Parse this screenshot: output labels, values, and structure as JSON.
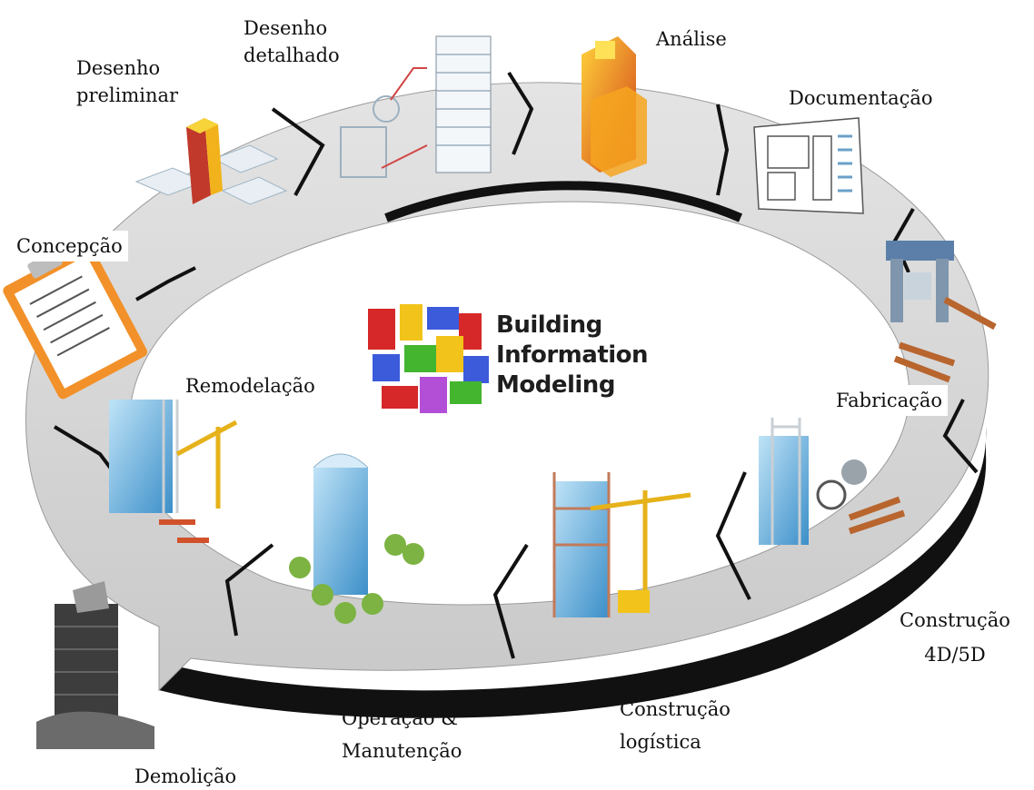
{
  "center": {
    "line1": "Building",
    "line2": "Information",
    "line3": "Modeling"
  },
  "stages": {
    "concepcao": "Concepção",
    "desenho_preliminar": [
      "Desenho",
      "preliminar"
    ],
    "desenho_detalhado": [
      "Desenho",
      "detalhado"
    ],
    "analise": "Análise",
    "documentacao": "Documentação",
    "fabricacao": "Fabricação",
    "construcao_4d5d": [
      "Construção",
      "4D/5D"
    ],
    "construcao_logistica": [
      "Construção",
      "logística"
    ],
    "operacao_manutencao": [
      "Operação &",
      "Manutenção"
    ],
    "demolicao": "Demolição",
    "remodelacao": "Remodelação"
  },
  "colors": {
    "ring_top": "#d9d9d9",
    "ring_side": "#111111",
    "building_blue": "#4fa3d9",
    "analysis_orange": "#f08a1c",
    "crane_yellow": "#e6b21a",
    "clipboard_orange": "#f2912a",
    "beam_brown": "#b8652e"
  },
  "icons": [
    "clipboard-checklist-icon",
    "massing-model-icon",
    "detailed-building-drawing-icon",
    "thermal-analysis-building-icon",
    "floor-plan-document-icon",
    "fabrication-machine-icon",
    "cost-schedule-building-icon",
    "construction-crane-site-icon",
    "building-with-trees-icon",
    "remodel-crane-icon",
    "demolished-building-icon",
    "bim-blocks-cube-icon"
  ]
}
